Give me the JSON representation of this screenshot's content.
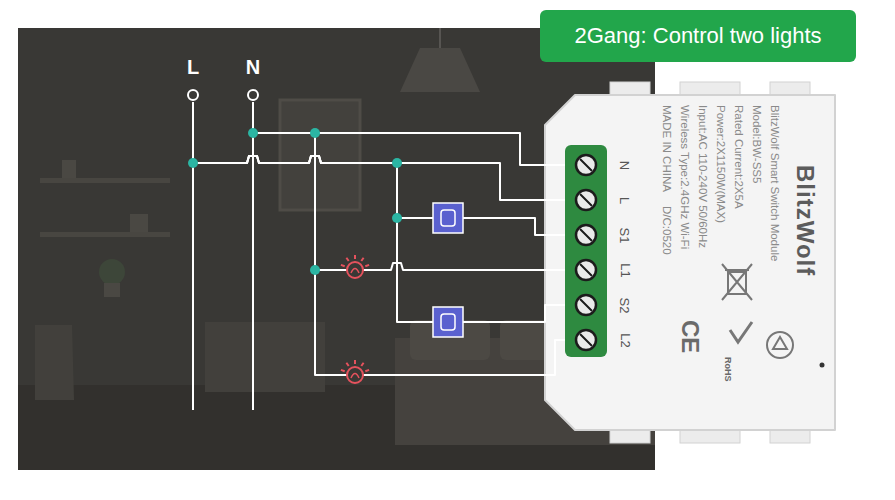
{
  "diagram": {
    "title": "2Gang: Control two lights",
    "nodes": [
      {
        "text": [
          "L"
        ]
      },
      {
        "text": [
          "N"
        ]
      },
      {
        "text": [
          "BlitzWolf Smart Switch Module",
          "Model:BW-SS5",
          "Rated Current:2X5A",
          "Power:2X1150W(MAX)",
          "Input:AC 110-240V 50/60Hz",
          "Wireless Type:2.4GHz Wi-Fi",
          "MADE IN CHINA",
          "D/C:0520",
          "BlitzWolf",
          "CE",
          "RoHS"
        ]
      },
      {
        "text": [
          "N"
        ],
        "in": 2
      },
      {
        "text": [
          "L"
        ],
        "in": 2
      },
      {
        "text": [
          "S1"
        ],
        "in": 2
      },
      {
        "text": [
          "L1"
        ],
        "in": 2
      },
      {
        "text": [
          "S2"
        ],
        "in": 2
      },
      {
        "text": [
          "L2"
        ],
        "in": 2
      }
    ],
    "edges": [
      {
        "from": 0,
        "to": 4,
        "arrow": "none"
      },
      {
        "from": 1,
        "to": 3,
        "arrow": "none"
      },
      {
        "from": 0,
        "to": 5,
        "arrow": "none"
      },
      {
        "from": 0,
        "to": 7,
        "arrow": "none"
      },
      {
        "from": 6,
        "to": 1,
        "arrow": "none"
      },
      {
        "from": 8,
        "to": 1,
        "arrow": "none"
      }
    ]
  }
}
